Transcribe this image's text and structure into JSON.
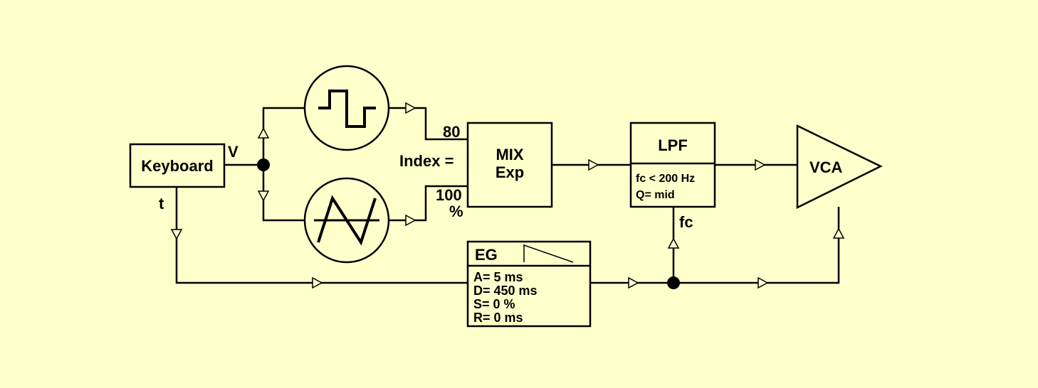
{
  "keyboard": {
    "label": "Keyboard",
    "out_v": "V",
    "out_t": "t"
  },
  "mixer": {
    "line1": "MIX",
    "line2": "Exp",
    "index_label": "Index =",
    "index_top": "80",
    "index_bottom": "100",
    "index_unit": "%"
  },
  "lpf": {
    "title": "LPF",
    "fc": "fc < 200 Hz",
    "q": "Q= mid",
    "fc_input": "fc"
  },
  "vca": {
    "label": "VCA"
  },
  "eg": {
    "title": "EG",
    "a": "A= 5 ms",
    "d": "D= 450 ms",
    "s": "S= 0 %",
    "r": "R= 0 ms"
  },
  "oscillators": [
    {
      "waveform": "square-wave-icon"
    },
    {
      "waveform": "sine-wave-icon"
    }
  ],
  "colors": {
    "background": "#ffffcc",
    "ink": "#000000"
  }
}
